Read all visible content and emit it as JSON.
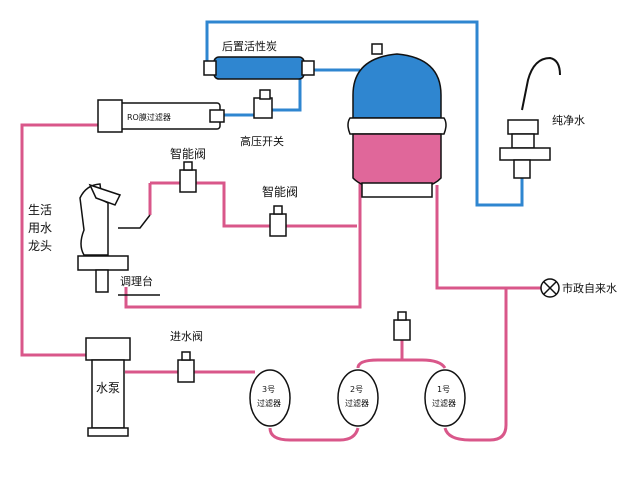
{
  "labels": {
    "post_carbon": "后置活性炭",
    "ro_filter": "RO膜过滤器",
    "high_pressure_switch": "高压开关",
    "smart_valve_top": "智能阀",
    "smart_valve_mid": "智能阀",
    "pure_water": "纯净水",
    "domestic_faucet": [
      "生活",
      "用水",
      "龙头"
    ],
    "counter": "调理台",
    "inlet_valve": "进水阀",
    "pump": "水泵",
    "municipal_water": "市政自来水",
    "filter3_num": "3号",
    "filter3_name": "过滤器",
    "filter2_num": "2号",
    "filter2_name": "过滤器",
    "filter1_num": "1号",
    "filter1_name": "过滤器"
  },
  "colors": {
    "pure_line": "#2f86d0",
    "raw_line": "#d9578a",
    "drain_line": "#c8436d",
    "tank_top": "#2f86d0",
    "tank_bottom": "#e0679a",
    "outline": "#111111"
  }
}
